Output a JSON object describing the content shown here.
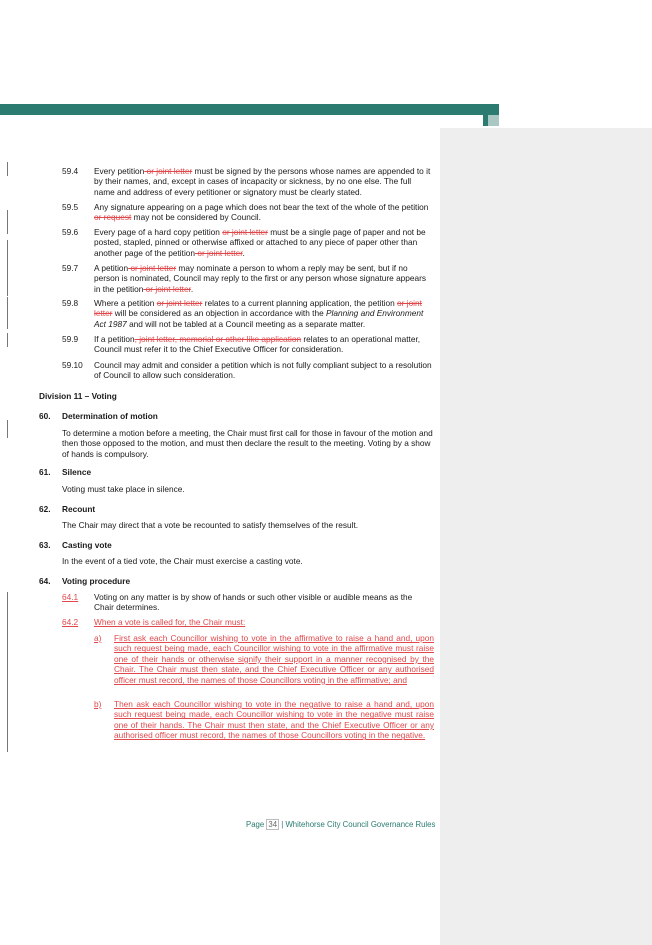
{
  "clauses_59": [
    {
      "num": "59.4",
      "parts": [
        [
          "n",
          "Every petition"
        ],
        [
          "d",
          " or joint letter"
        ],
        [
          "n",
          " must be signed by the persons whose names are appended to it by their names, and, except in cases of incapacity or sickness, by no one else. The full name and address of every petitioner or signatory must be clearly stated."
        ]
      ]
    },
    {
      "num": "59.5",
      "parts": [
        [
          "n",
          "Any signature appearing on a page which does not bear the text of the whole of the petition "
        ],
        [
          "d",
          "or request"
        ],
        [
          "n",
          " may not be considered by Council."
        ]
      ]
    },
    {
      "num": "59.6",
      "parts": [
        [
          "n",
          "Every page of a hard copy petition "
        ],
        [
          "d",
          "or joint letter"
        ],
        [
          "n",
          " must be a single page of paper and not be posted, stapled, pinned or otherwise affixed or attached to any piece of paper other than another page of the petition"
        ],
        [
          "d",
          " or joint letter"
        ],
        [
          "n",
          "."
        ]
      ]
    },
    {
      "num": "59.7",
      "parts": [
        [
          "n",
          "A petition"
        ],
        [
          "d",
          " or joint letter"
        ],
        [
          "n",
          " may nominate a person to whom a reply may be sent, but if no person is nominated, Council may reply to the first or any person whose signature appears in the petition"
        ],
        [
          "d",
          " or joint letter"
        ],
        [
          "n",
          "."
        ]
      ]
    },
    {
      "num": "59.8",
      "parts": [
        [
          "n",
          "Where a petition "
        ],
        [
          "d",
          "or joint letter"
        ],
        [
          "n",
          " relates to a current planning application, the petition "
        ],
        [
          "d",
          "or joint letter"
        ],
        [
          "n",
          " will be considered as an objection in accordance with the "
        ],
        [
          "i",
          "Planning and Environment Act 1987"
        ],
        [
          "n",
          " and will not be tabled at a Council meeting as a separate matter."
        ]
      ]
    },
    {
      "num": "59.9",
      "parts": [
        [
          "n",
          "If a petition"
        ],
        [
          "d",
          ", joint letter, memorial or other like application"
        ],
        [
          "n",
          " relates to an operational matter, Council must refer it to the Chief Executive Officer for consideration."
        ]
      ]
    },
    {
      "num": "59.10",
      "parts": [
        [
          "n",
          "Council may admit and consider a petition which is not fully compliant subject to a resolution of Council to allow such consideration."
        ]
      ]
    }
  ],
  "division": "Division 11 – Voting",
  "sections": {
    "s60": {
      "num": "60.",
      "title": "Determination of motion",
      "body": "To determine a motion before a meeting, the Chair must first call for those in favour of the motion and then those opposed to the motion, and must then declare the result to the meeting. Voting by a show of hands is compulsory."
    },
    "s61": {
      "num": "61.",
      "title": "Silence",
      "body": "Voting must take place in silence."
    },
    "s62": {
      "num": "62.",
      "title": "Recount",
      "body": "The Chair may direct that a vote be recounted to satisfy themselves of the result."
    },
    "s63": {
      "num": "63.",
      "title": "Casting vote",
      "body": "In the event of a tied vote, the Chair must exercise a casting vote."
    },
    "s64": {
      "num": "64.",
      "title": "Voting procedure"
    }
  },
  "s64_items": {
    "i1_num": "64.1",
    "i1_text": "Voting on any matter is by show of hands or such other visible or audible means as the Chair determines.",
    "i2_num": "64.2",
    "i2_text": "When a vote is called for, the Chair must:",
    "a_letter": "a)",
    "a_text": "First ask each Councillor wishing to vote in the affirmative to raise a hand and, upon such request being made, each Councillor wishing to vote in the affirmative must raise one of their hands or otherwise signify their support in a manner recognised by the Chair. The Chair must then state, and the Chief Executive Officer or any authorised officer must record, the names of those Councillors voting in the affirmative; and",
    "b_letter": "b)",
    "b_text": "Then ask each Councillor wishing to vote in the negative to raise a hand and, upon such request being made, each Councillor wishing to vote in the negative must raise one of their hands. The Chair must then state, and the Chief Executive Officer or any authorised officer must record, the names of those Councillors voting in the negative."
  },
  "footer": {
    "prefix": "Page",
    "page": "34",
    "separator": "|",
    "title": "Whitehorse City Council Governance Rules"
  },
  "colors": {
    "teal": "#2b7b71",
    "revision_red": "#e0484b",
    "panel_grey": "#eeeeee"
  }
}
